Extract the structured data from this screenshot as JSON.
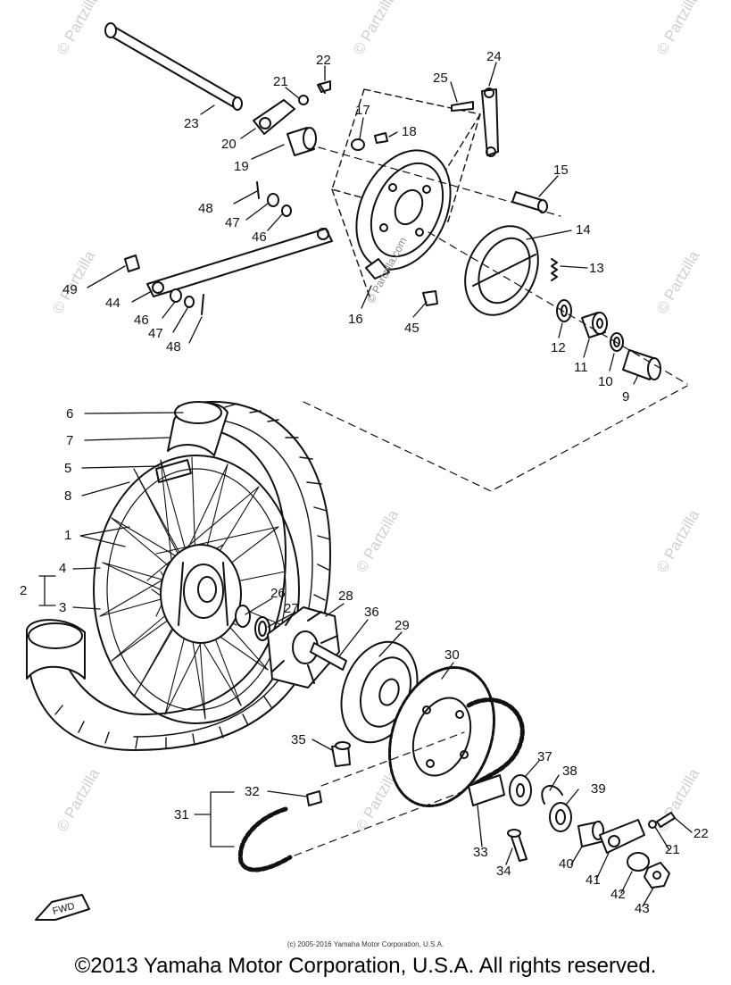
{
  "diagram": {
    "part_numbers": [
      "1",
      "2",
      "3",
      "4",
      "5",
      "6",
      "7",
      "8",
      "9",
      "10",
      "11",
      "12",
      "13",
      "14",
      "15",
      "16",
      "17",
      "18",
      "19",
      "20",
      "21",
      "22",
      "23",
      "24",
      "25",
      "26",
      "27",
      "28",
      "29",
      "30",
      "31",
      "32",
      "33",
      "34",
      "35",
      "36",
      "37",
      "38",
      "39",
      "40",
      "41",
      "42",
      "43",
      "44",
      "45",
      "46",
      "47",
      "48",
      "49"
    ],
    "callouts": [
      {
        "id": "c23",
        "label": "23"
      },
      {
        "id": "c21a",
        "label": "21"
      },
      {
        "id": "c22a",
        "label": "22"
      },
      {
        "id": "c20",
        "label": "20"
      },
      {
        "id": "c19",
        "label": "19"
      },
      {
        "id": "c17",
        "label": "17"
      },
      {
        "id": "c18",
        "label": "18"
      },
      {
        "id": "c25",
        "label": "25"
      },
      {
        "id": "c24",
        "label": "24"
      },
      {
        "id": "c15",
        "label": "15"
      },
      {
        "id": "c14",
        "label": "14"
      },
      {
        "id": "c13",
        "label": "13"
      },
      {
        "id": "c48a",
        "label": "48"
      },
      {
        "id": "c47a",
        "label": "47"
      },
      {
        "id": "c46a",
        "label": "46"
      },
      {
        "id": "c49",
        "label": "49"
      },
      {
        "id": "c44",
        "label": "44"
      },
      {
        "id": "c46b",
        "label": "46"
      },
      {
        "id": "c47b",
        "label": "47"
      },
      {
        "id": "c48b",
        "label": "48"
      },
      {
        "id": "c16",
        "label": "16"
      },
      {
        "id": "c45",
        "label": "45"
      },
      {
        "id": "c12",
        "label": "12"
      },
      {
        "id": "c11",
        "label": "11"
      },
      {
        "id": "c10",
        "label": "10"
      },
      {
        "id": "c9",
        "label": "9"
      },
      {
        "id": "c6",
        "label": "6"
      },
      {
        "id": "c7",
        "label": "7"
      },
      {
        "id": "c5",
        "label": "5"
      },
      {
        "id": "c8",
        "label": "8"
      },
      {
        "id": "c1",
        "label": "1"
      },
      {
        "id": "c4",
        "label": "4"
      },
      {
        "id": "c2",
        "label": "2"
      },
      {
        "id": "c3",
        "label": "3"
      },
      {
        "id": "c26",
        "label": "26"
      },
      {
        "id": "c27",
        "label": "27"
      },
      {
        "id": "c28",
        "label": "28"
      },
      {
        "id": "c36",
        "label": "36"
      },
      {
        "id": "c29",
        "label": "29"
      },
      {
        "id": "c30",
        "label": "30"
      },
      {
        "id": "c35",
        "label": "35"
      },
      {
        "id": "c32",
        "label": "32"
      },
      {
        "id": "c31",
        "label": "31"
      },
      {
        "id": "c37",
        "label": "37"
      },
      {
        "id": "c38",
        "label": "38"
      },
      {
        "id": "c39",
        "label": "39"
      },
      {
        "id": "c22b",
        "label": "22"
      },
      {
        "id": "c21b",
        "label": "21"
      },
      {
        "id": "c33",
        "label": "33"
      },
      {
        "id": "c34",
        "label": "34"
      },
      {
        "id": "c40",
        "label": "40"
      },
      {
        "id": "c41",
        "label": "41"
      },
      {
        "id": "c42",
        "label": "42"
      },
      {
        "id": "c43",
        "label": "43"
      }
    ],
    "fwd_label": "FWD",
    "watermark": "© Partzilla",
    "watermark_url": "© Partzilla.com"
  },
  "footer": {
    "small": "(c) 2005-2016 Yamaha Motor Corporation, U.S.A.",
    "main": "©2013 Yamaha Motor Corporation, U.S.A. All rights reserved."
  },
  "colors": {
    "ink": "#111111",
    "watermark": "#cfcfcf",
    "background": "#ffffff"
  }
}
